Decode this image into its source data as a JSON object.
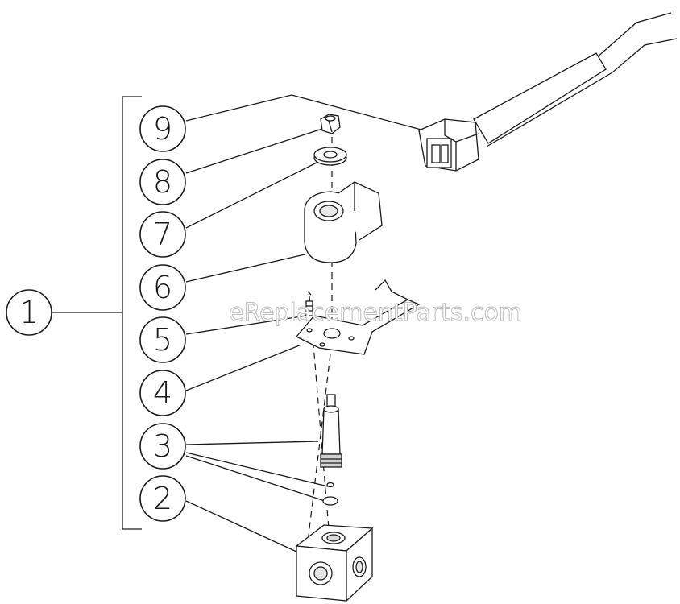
{
  "callouts": {
    "c1": "1",
    "c2": "2",
    "c3": "3",
    "c4": "4",
    "c5": "5",
    "c6": "6",
    "c7": "7",
    "c8": "8",
    "c9": "9"
  },
  "watermark": "eReplacementParts.com"
}
